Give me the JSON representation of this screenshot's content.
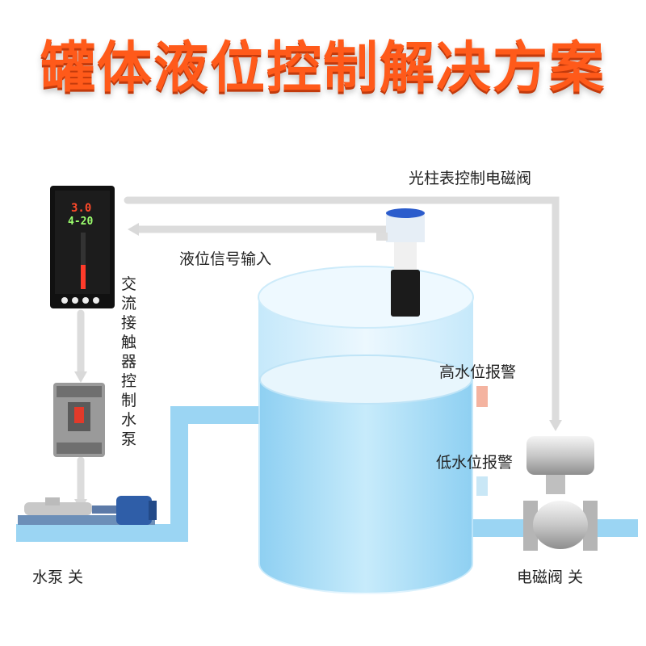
{
  "title": "罐体液位控制解决方案",
  "labels": {
    "light_bar_meter_controls_valve": "光柱表控制电磁阀",
    "level_signal_input": "液位信号输入",
    "contactor_controls_pump": "交流接触器控制水泵",
    "high_level_alarm": "高水位报警",
    "low_level_alarm": "低水位报警",
    "pump_off": "水泵 关",
    "valve_off": "电磁阀 关"
  },
  "meter_display": {
    "top_value": "3.0",
    "bottom_value": "4-20"
  },
  "colors": {
    "title": "#ff5a1a",
    "water": "#8fd0f2",
    "pipe": "#8fd0f2",
    "signal_line": "#d9d9d9",
    "high_alarm_marker": "#f4b3a0",
    "low_alarm_marker": "#c9e7f6"
  }
}
